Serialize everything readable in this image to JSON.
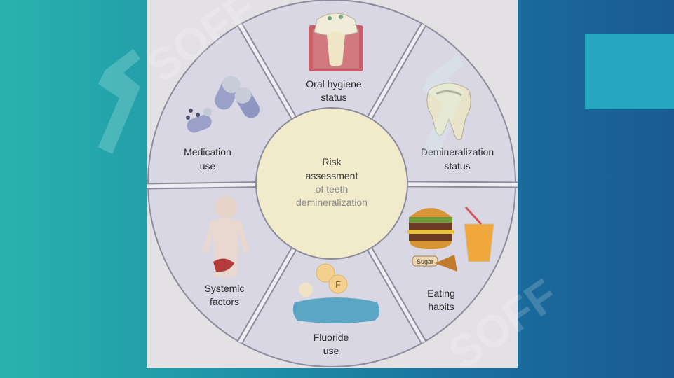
{
  "diagram": {
    "center": {
      "lines": [
        "Risk",
        "assessment",
        "of teeth",
        "demineralization"
      ]
    },
    "segments": [
      {
        "id": "oral-hygiene",
        "lines": [
          "Oral hygiene",
          "status"
        ],
        "icon": "tooth-cross-section-icon"
      },
      {
        "id": "demineralization",
        "lines": [
          "Demineralization",
          "status"
        ],
        "icon": "decayed-tooth-icon"
      },
      {
        "id": "eating-habits",
        "lines": [
          "Eating",
          "habits"
        ],
        "icon": "burger-drink-candy-icon"
      },
      {
        "id": "fluoride",
        "lines": [
          "Fluoride",
          "use"
        ],
        "icon": "fluoride-toothpaste-icon"
      },
      {
        "id": "systemic",
        "lines": [
          "Systemic",
          "factors"
        ],
        "icon": "human-body-icon"
      },
      {
        "id": "medication",
        "lines": [
          "Medication",
          "use"
        ],
        "icon": "pills-capsules-icon"
      }
    ],
    "candy_text": "Sugar",
    "fluoride_letter": "F",
    "colors": {
      "ring_fill": "#d9d7e4",
      "center_fill": "#f1ebcc",
      "outline": "#8c8c9c",
      "panel": "#e4e1e5"
    }
  },
  "watermark": {
    "text": "SOFF"
  }
}
